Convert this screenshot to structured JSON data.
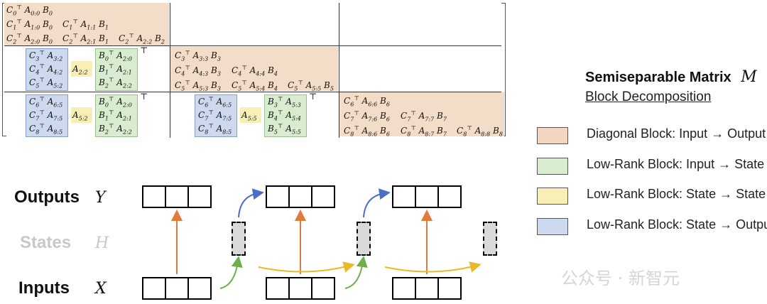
{
  "matrix": {
    "rows": [
      [
        "C_0^T A_{0:0} B_0"
      ],
      [
        "C_1^T A_{1:0} B_0",
        "C_1^T A_{1:1} B_1"
      ],
      [
        "C_2^T A_{2:0} B_0",
        "C_2^T A_{2:1} B_1",
        "C_2^T A_{2:2} B_2"
      ]
    ],
    "diag_block_1": [
      [
        "C_3^T A_{3:3} B_3"
      ],
      [
        "C_4^T A_{4:3} B_3",
        "C_4^T A_{4:4} B_4"
      ],
      [
        "C_5^T A_{5:3} B_3",
        "C_5^T A_{5:4} B_4",
        "C_5^T A_{5:5} B_5"
      ]
    ],
    "diag_block_2": [
      [
        "C_6^T A_{6:6} B_6"
      ],
      [
        "C_7^T A_{7:6} B_6",
        "C_7^T A_{7:7} B_7"
      ],
      [
        "C_8^T A_{8:6} B_6",
        "C_8^T A_{8:7} B_7",
        "C_8^T A_{8:8} B_8"
      ]
    ],
    "lowrank": {
      "b10_c": [
        "C_3^T A_{3:2}",
        "C_4^T A_{4:2}",
        "C_5^T A_{5:2}"
      ],
      "b10_a": "A_{2:2}",
      "b10_b": [
        "B_0^T A_{2:0}",
        "B_1^T A_{2:1}",
        "B_2^T A_{2:2}"
      ],
      "b20_c": [
        "C_6^T A_{6:5}",
        "C_7^T A_{7:5}",
        "C_8^T A_{8:5}"
      ],
      "b20_a": "A_{5:2}",
      "b20_b": [
        "B_0^T A_{2:0}",
        "B_1^T A_{2:1}",
        "B_2^T A_{2:2}"
      ],
      "b21_c": [
        "C_6^T A_{6:5}",
        "C_7^T A_{7:5}",
        "C_8^T A_{8:5}"
      ],
      "b21_a": "A_{5:5}",
      "b21_b": [
        "B_3^T A_{5:3}",
        "B_4^T A_{5:4}",
        "B_5^T A_{5:5}"
      ]
    },
    "transpose": "⊤"
  },
  "legend": {
    "title": "Semiseparable Matrix",
    "title_symbol": "M",
    "subtitle": "Block Decomposition",
    "items": [
      {
        "label": "Diagonal Block: Input → Output",
        "color": "#f3d6c2"
      },
      {
        "label": "Low-Rank Block: Input → State",
        "color": "#d8ecd0"
      },
      {
        "label": "Low-Rank Block: State → State",
        "color": "#f8efb6"
      },
      {
        "label": "Low-Rank Block: State → Output",
        "color": "#cdd9ef"
      }
    ]
  },
  "rows": {
    "outputs_label": "Outputs",
    "outputs_symbol": "Y",
    "states_label": "States",
    "states_symbol": "H",
    "inputs_label": "Inputs",
    "inputs_symbol": "X"
  },
  "colors": {
    "orange_arrow": "#e07b3a",
    "blue_arrow": "#4a6fc4",
    "green_arrow": "#6fae4a",
    "yellow_arrow": "#e9b92b"
  },
  "watermark": "公众号 · 新智元"
}
